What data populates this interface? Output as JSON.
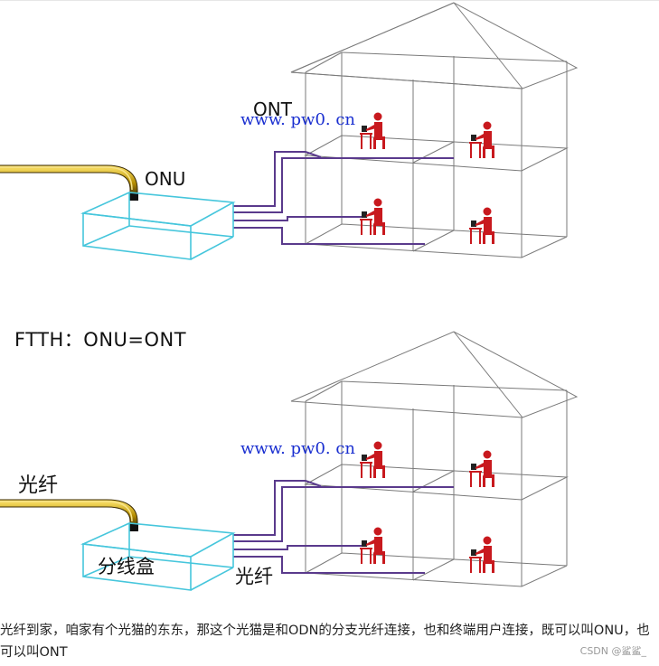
{
  "top_diagram": {
    "onu_label": "ONU",
    "ont_label": "ONT",
    "watermark": "www. pw0. cn"
  },
  "ftth_label": "FTTH：ONU=ONT",
  "bottom_diagram": {
    "fiber_label": "光纤",
    "splitter_label": "分线盒",
    "fiber_label_2": "光纤",
    "watermark": "www. pw0. cn"
  },
  "caption": "光纤到家，咱家有个光猫的东东，那这个光猫是和ODN的分支光纤连接，也和终端用户连接，既可以叫ONU，也可以叫ONT",
  "csdn_watermark": "CSDN @鲨鲨_",
  "colors": {
    "house_line": "#7a7a7a",
    "box_line": "#46c6dc",
    "fiber_line": "#5a3a8c",
    "cable": "#c9a400",
    "person": "#c8191e",
    "watermark": "#1a2fd0"
  }
}
